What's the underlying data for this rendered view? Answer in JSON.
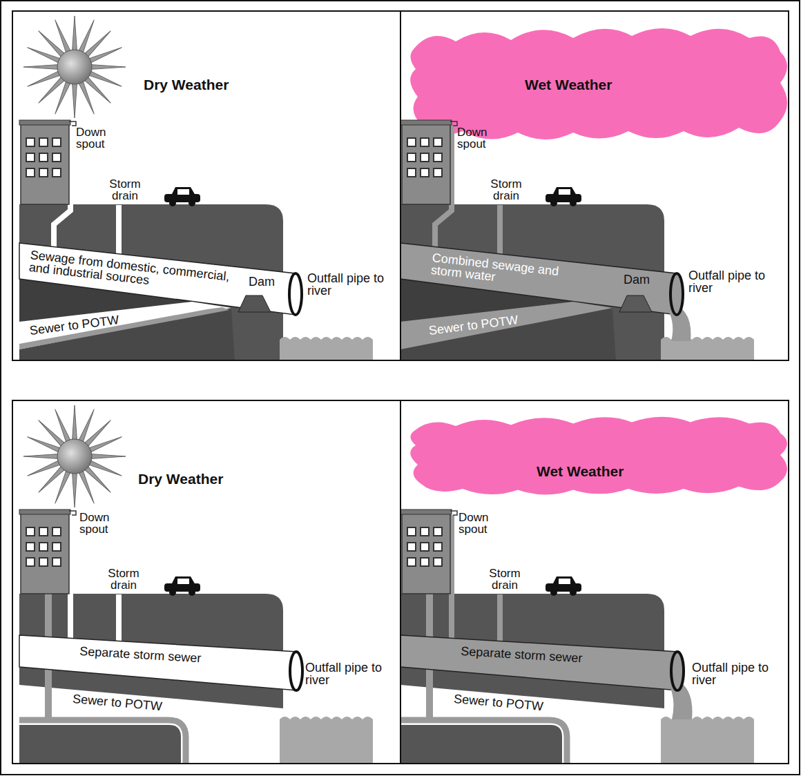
{
  "diagram": {
    "labels": [
      "Dry Weather",
      "Down spout",
      "Storm drain",
      "Sewage from domestic, commercial, and industrial sources",
      "Dam",
      "Outfall pipe to river",
      "Sewer to POTW",
      "Wet Weather",
      "Down spout",
      "Storm drain",
      "Combined sewage and storm water",
      "Dam",
      "Outfall pipe to river",
      "Sewer to POTW",
      "Dry Weather",
      "Down spout",
      "Storm drain",
      "Separate storm sewer",
      "Outfall pipe to river",
      "Sewer to POTW",
      "Wet Weather",
      "Down spout",
      "Storm drain",
      "Separate storm sewer",
      "Outfall pipe to river",
      "Sewer to POTW"
    ]
  }
}
